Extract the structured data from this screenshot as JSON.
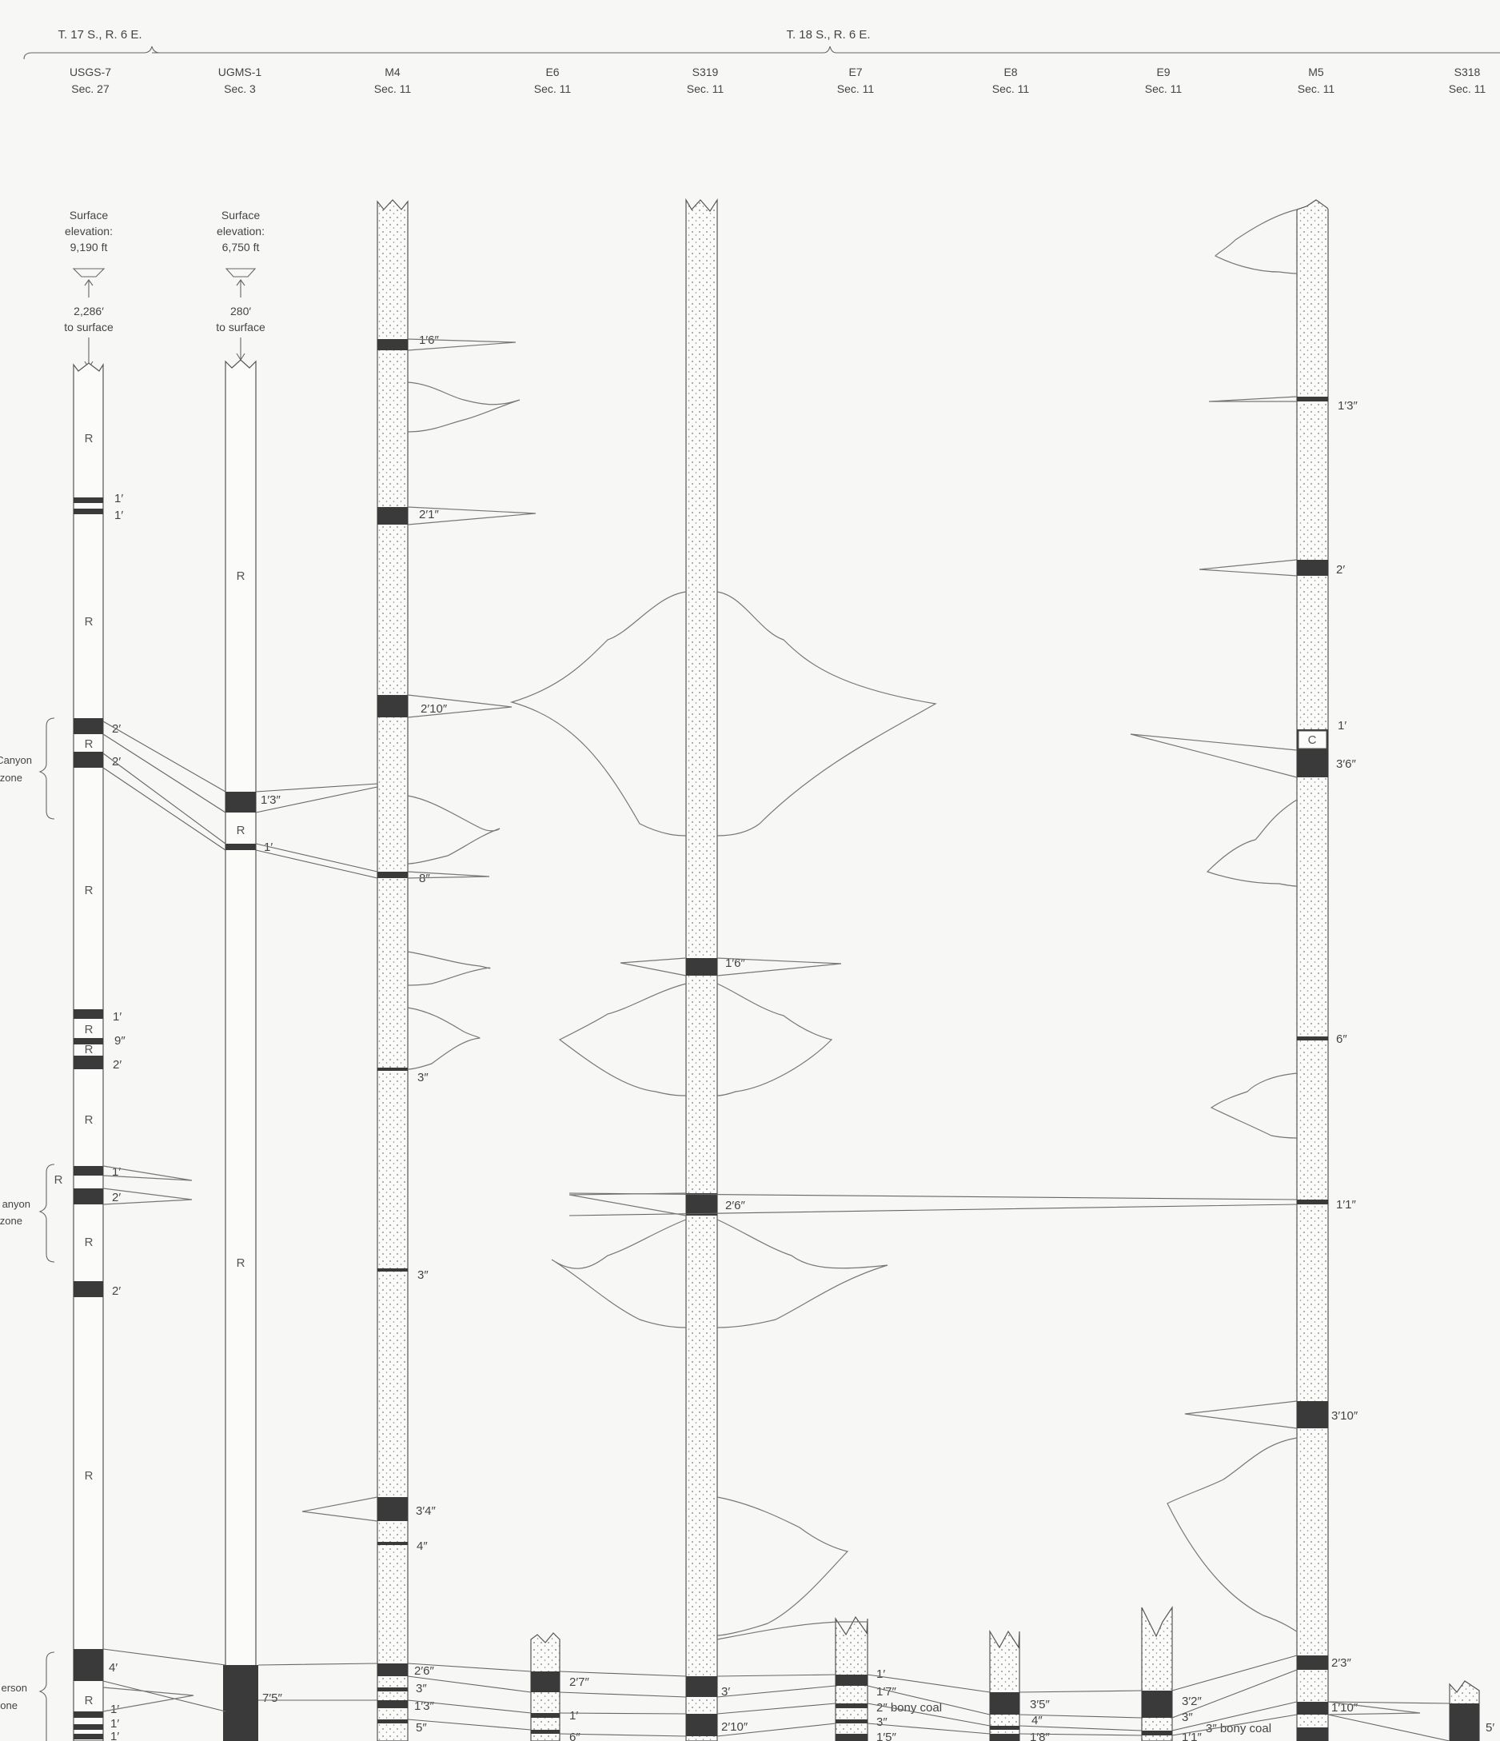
{
  "townships": {
    "t17": "T. 17 S., R. 6 E.",
    "t18": "T. 18 S., R. 6 E."
  },
  "wells": [
    {
      "name": "USGS-7",
      "sec": "Sec. 27"
    },
    {
      "name": "UGMS-1",
      "sec": "Sec. 3"
    },
    {
      "name": "M4",
      "sec": "Sec. 11"
    },
    {
      "name": "E6",
      "sec": "Sec. 11"
    },
    {
      "name": "S319",
      "sec": "Sec. 11"
    },
    {
      "name": "E7",
      "sec": "Sec. 11"
    },
    {
      "name": "E8",
      "sec": "Sec. 11"
    },
    {
      "name": "E9",
      "sec": "Sec. 11"
    },
    {
      "name": "M5",
      "sec": "Sec. 11"
    },
    {
      "name": "S318",
      "sec": "Sec. 11"
    }
  ],
  "surface": {
    "usgs7": {
      "l1": "Surface",
      "l2": "elevation:",
      "l3": "9,190 ft",
      "d1": "2,286′",
      "d2": "to surface"
    },
    "ugms1": {
      "l1": "Surface",
      "l2": "elevation:",
      "l3": "6,750 ft",
      "d1": "280′",
      "d2": "to surface"
    }
  },
  "zones": {
    "z1a": "Canyon",
    "z1b": "zone",
    "z2a": "anyon",
    "z2b": "zone",
    "z3a": "erson",
    "z3b": "one"
  },
  "rock_symbol": "R",
  "coal_symbol": "C",
  "labels": {
    "usgs7": [
      "1′",
      "1′",
      "2′",
      "2′",
      "1′",
      "9″",
      "2′",
      "1′",
      "2′",
      "2′",
      "4′",
      "1′",
      "1′",
      "1′"
    ],
    "ugms1": [
      "1′3″",
      "1′",
      "7′5″"
    ],
    "m4": [
      "1′6″",
      "2′1″",
      "2′10″",
      "8″",
      "3″",
      "3″",
      "3′4″",
      "4″",
      "2′6″",
      "3″",
      "1′3″",
      "5″"
    ],
    "e6": [
      "2′7″",
      "1′",
      "6″"
    ],
    "s319": [
      "1′6″",
      "2′6″",
      "3′",
      "2′10″"
    ],
    "e7": [
      "1′",
      "1′7″",
      "2″ bony coal",
      "3″",
      "1′5″"
    ],
    "e8": [
      "3′5″",
      "4″",
      "1′8″"
    ],
    "e9": [
      "3′2″",
      "3″",
      "3″ bony coal",
      "1′1″"
    ],
    "m5": [
      "1′3″",
      "2′",
      "1′",
      "3′6″",
      "6″",
      "1′1″",
      "3′10″",
      "2′3″",
      "1′10″"
    ],
    "s318": [
      "5′"
    ]
  }
}
